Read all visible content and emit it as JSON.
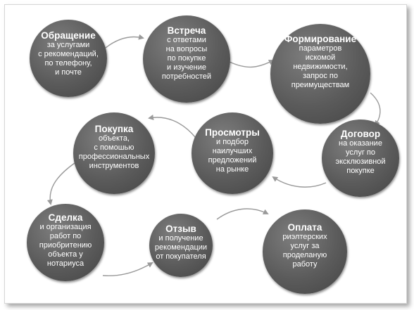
{
  "nodes": [
    {
      "id": "obrashchenie",
      "title": "Обращение",
      "text": "за услугами\nс рекомендаций,\nпо телефону,\nи почте"
    },
    {
      "id": "vstrecha",
      "title": "Встреча",
      "text": "с ответами\nна вопросы\nпо покупке\nи изучение\nпотребностей"
    },
    {
      "id": "formirovanie",
      "title": "Формирование",
      "text": "параметров\nискомой\nнедвижимости,\nзапрос по\nпреимуществам"
    },
    {
      "id": "dogovor",
      "title": "Договор",
      "text": "на оказание\nуслуг по\nэксклюзивной\nпокупке"
    },
    {
      "id": "prosmotry",
      "title": "Просмотры",
      "text": "и подбор\nнаилучших\nпредложений\nна рынке"
    },
    {
      "id": "pokupka",
      "title": "Покупка",
      "text": "объекта,\nс помошью\nпрофессиональных\nинструментов"
    },
    {
      "id": "sdelka",
      "title": "Сделка",
      "text": "и организация\nработ по\nприобритению\nобъекта у\nнотариуса"
    },
    {
      "id": "otzyv",
      "title": "Отзыв",
      "text": "и получение\nрекомендации\nот покупателя"
    },
    {
      "id": "oplata",
      "title": "Оплата",
      "text": "риэлтерских\nуслуг за\nпроделаную\nработу"
    }
  ],
  "colors": {
    "node_fill": "#5b5b5b",
    "node_text": "#ffffff",
    "arrow": "#9a9a9a"
  }
}
